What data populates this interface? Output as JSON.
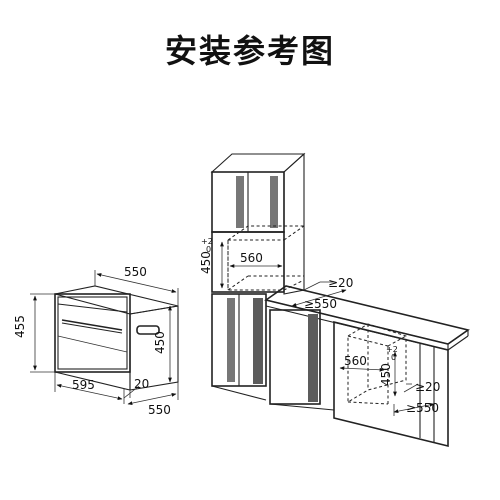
{
  "title": "安装参考图",
  "oven_dims": {
    "top_width": "550",
    "height_front": "455",
    "height_side": "450",
    "bottom_width": "595",
    "depth": "550",
    "door_offset": "20"
  },
  "tall_cabinet_dims": {
    "opening_height": "450",
    "tolerance_plus": "+2",
    "tolerance_minus": "0",
    "opening_width": "560",
    "gap": "≥20",
    "depth": "≥550"
  },
  "base_cabinet_dims": {
    "opening_width": "560",
    "opening_height": "450",
    "tolerance_plus": "+2",
    "tolerance_minus": "0",
    "gap": "≥20",
    "depth": "≥550"
  }
}
